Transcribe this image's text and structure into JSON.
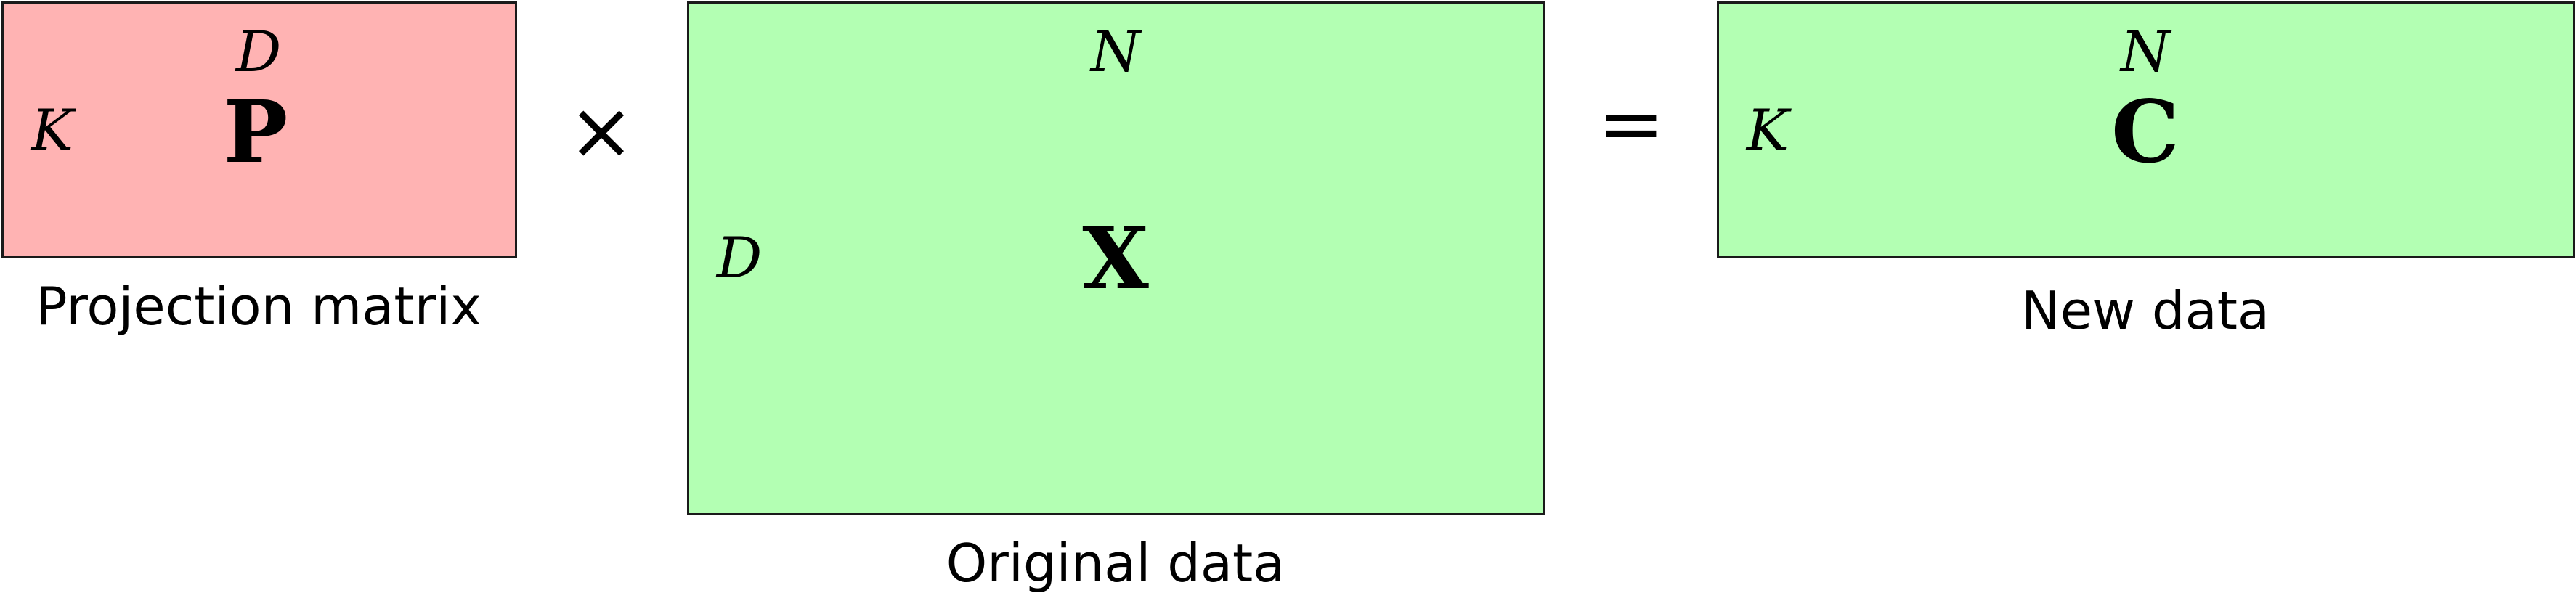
{
  "projection": {
    "rows_label": "K",
    "cols_label": "D",
    "symbol": "P",
    "caption": "Projection matrix",
    "fill": "#ffb3b3"
  },
  "original": {
    "rows_label": "D",
    "cols_label": "N",
    "symbol": "X",
    "caption": "Original data",
    "fill": "#b3ffb3"
  },
  "result": {
    "rows_label": "K",
    "cols_label": "N",
    "symbol": "C",
    "caption": "New data",
    "fill": "#b3ffb3"
  },
  "operators": {
    "multiply": "×",
    "equals": "="
  }
}
